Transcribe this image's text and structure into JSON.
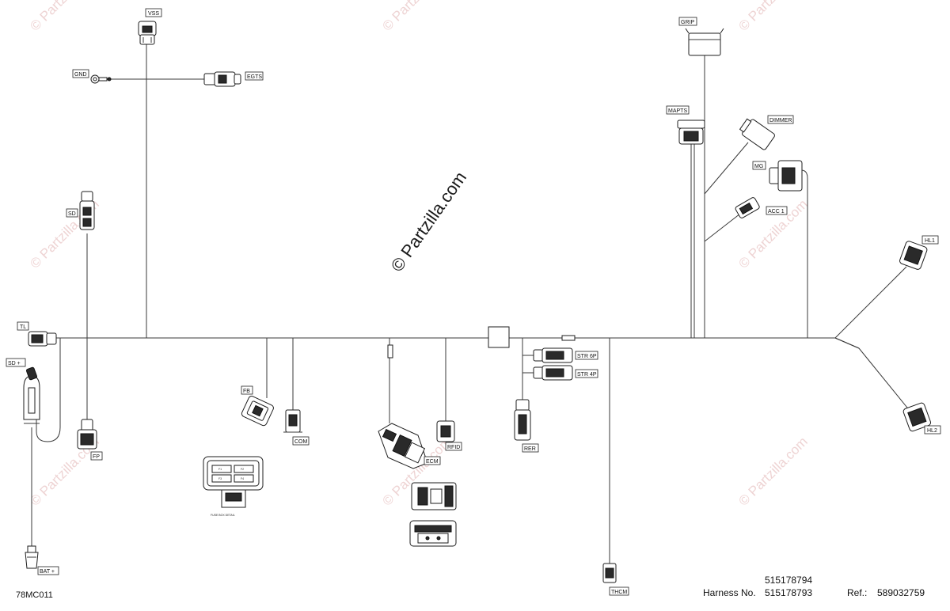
{
  "labels": {
    "vss": "VSS",
    "gnd": "GND",
    "egts": "EGTS",
    "sd": "SD",
    "tl": "TL",
    "sd_plus": "SD +",
    "fp": "FP",
    "bat_plus": "BAT +",
    "fb": "FB",
    "com": "COM",
    "ecm": "ECM",
    "rfid": "RFID",
    "str6p": "STR 6P",
    "str4p": "STR 4P",
    "rer": "RER",
    "thcm": "THCM",
    "grip": "GRIP",
    "mapts": "MAPTS",
    "dimmer": "DIMMER",
    "mg": "MG",
    "acc1": "ACC 1",
    "hl1": "HL1",
    "hl2": "HL2",
    "fuse_detail": "FUSE BOX DETAIL",
    "fuse_f1": "F1",
    "fuse_f2": "F2",
    "fuse_f3": "F3",
    "fuse_f4": "F4"
  },
  "watermark": {
    "main": "© Partzilla.com",
    "tile": "© Partzilla.com"
  },
  "footer": {
    "code": "78MC011",
    "part_top": "515178794",
    "harness_label": "Harness No.",
    "part_bottom": "515178793",
    "ref_label": "Ref.:",
    "ref_value": "589032759"
  },
  "colors": {
    "wire": "#3a3a3a",
    "watermark": "#e8c2c2"
  }
}
